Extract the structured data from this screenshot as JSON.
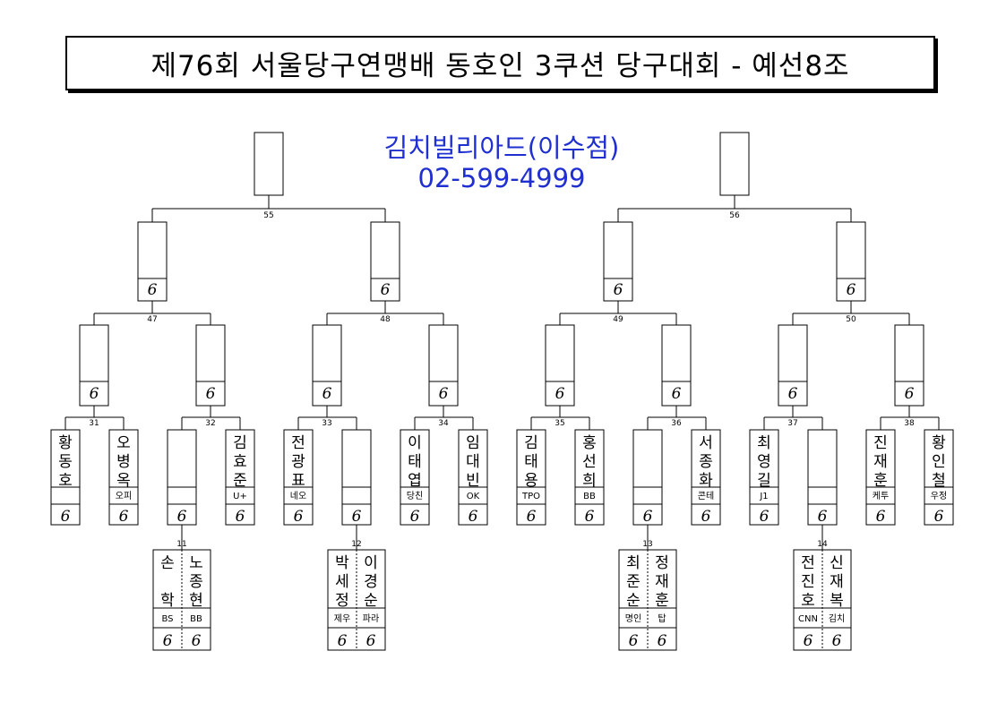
{
  "title": "제76회 서울당구연맹배 동호인 3쿠션 당구대회 - 예선8조",
  "sponsor": {
    "name": "김치빌리아드(이수점)",
    "phone": "02-599-4999"
  },
  "score_mark": "6",
  "match_numbers": {
    "m55": "55",
    "m56": "56",
    "m47": "47",
    "m48": "48",
    "m49": "49",
    "m50": "50",
    "m31": "31",
    "m32": "32",
    "m33": "33",
    "m34": "34",
    "m35": "35",
    "m36": "36",
    "m37": "37",
    "m38": "38",
    "m11": "11",
    "m12": "12",
    "m13": "13",
    "m14": "14"
  },
  "players": {
    "p1": {
      "name": "황동호",
      "club": ""
    },
    "p2": {
      "name": "오병옥",
      "club": "오피"
    },
    "p3": {
      "name": "",
      "club": ""
    },
    "p4": {
      "name": "김효준",
      "club": "U+"
    },
    "p5": {
      "name": "전광표",
      "club": "네오"
    },
    "p6": {
      "name": "",
      "club": ""
    },
    "p7": {
      "name": "이태엽",
      "club": "당친"
    },
    "p8": {
      "name": "임대빈",
      "club": "OK"
    },
    "p9": {
      "name": "김태용",
      "club": "TPO"
    },
    "p10": {
      "name": "홍선희",
      "club": "BB"
    },
    "p11": {
      "name": "",
      "club": ""
    },
    "p12": {
      "name": "서종화",
      "club": "콘테"
    },
    "p13": {
      "name": "최영길",
      "club": "J1"
    },
    "p14": {
      "name": "",
      "club": ""
    },
    "p15": {
      "name": "진재훈",
      "club": "케투"
    },
    "p16": {
      "name": "황인철",
      "club": "우정"
    },
    "q1": {
      "name": "손 학",
      "club": "BS"
    },
    "q2": {
      "name": "노종현",
      "club": "BB"
    },
    "q3": {
      "name": "박세정",
      "club": "제우"
    },
    "q4": {
      "name": "이경순",
      "club": "파라"
    },
    "q5": {
      "name": "최준순",
      "club": "명인"
    },
    "q6": {
      "name": "정재훈",
      "club": "탑"
    },
    "q7": {
      "name": "전진호",
      "club": "CNN"
    },
    "q8": {
      "name": "신재복",
      "club": "김치"
    }
  }
}
